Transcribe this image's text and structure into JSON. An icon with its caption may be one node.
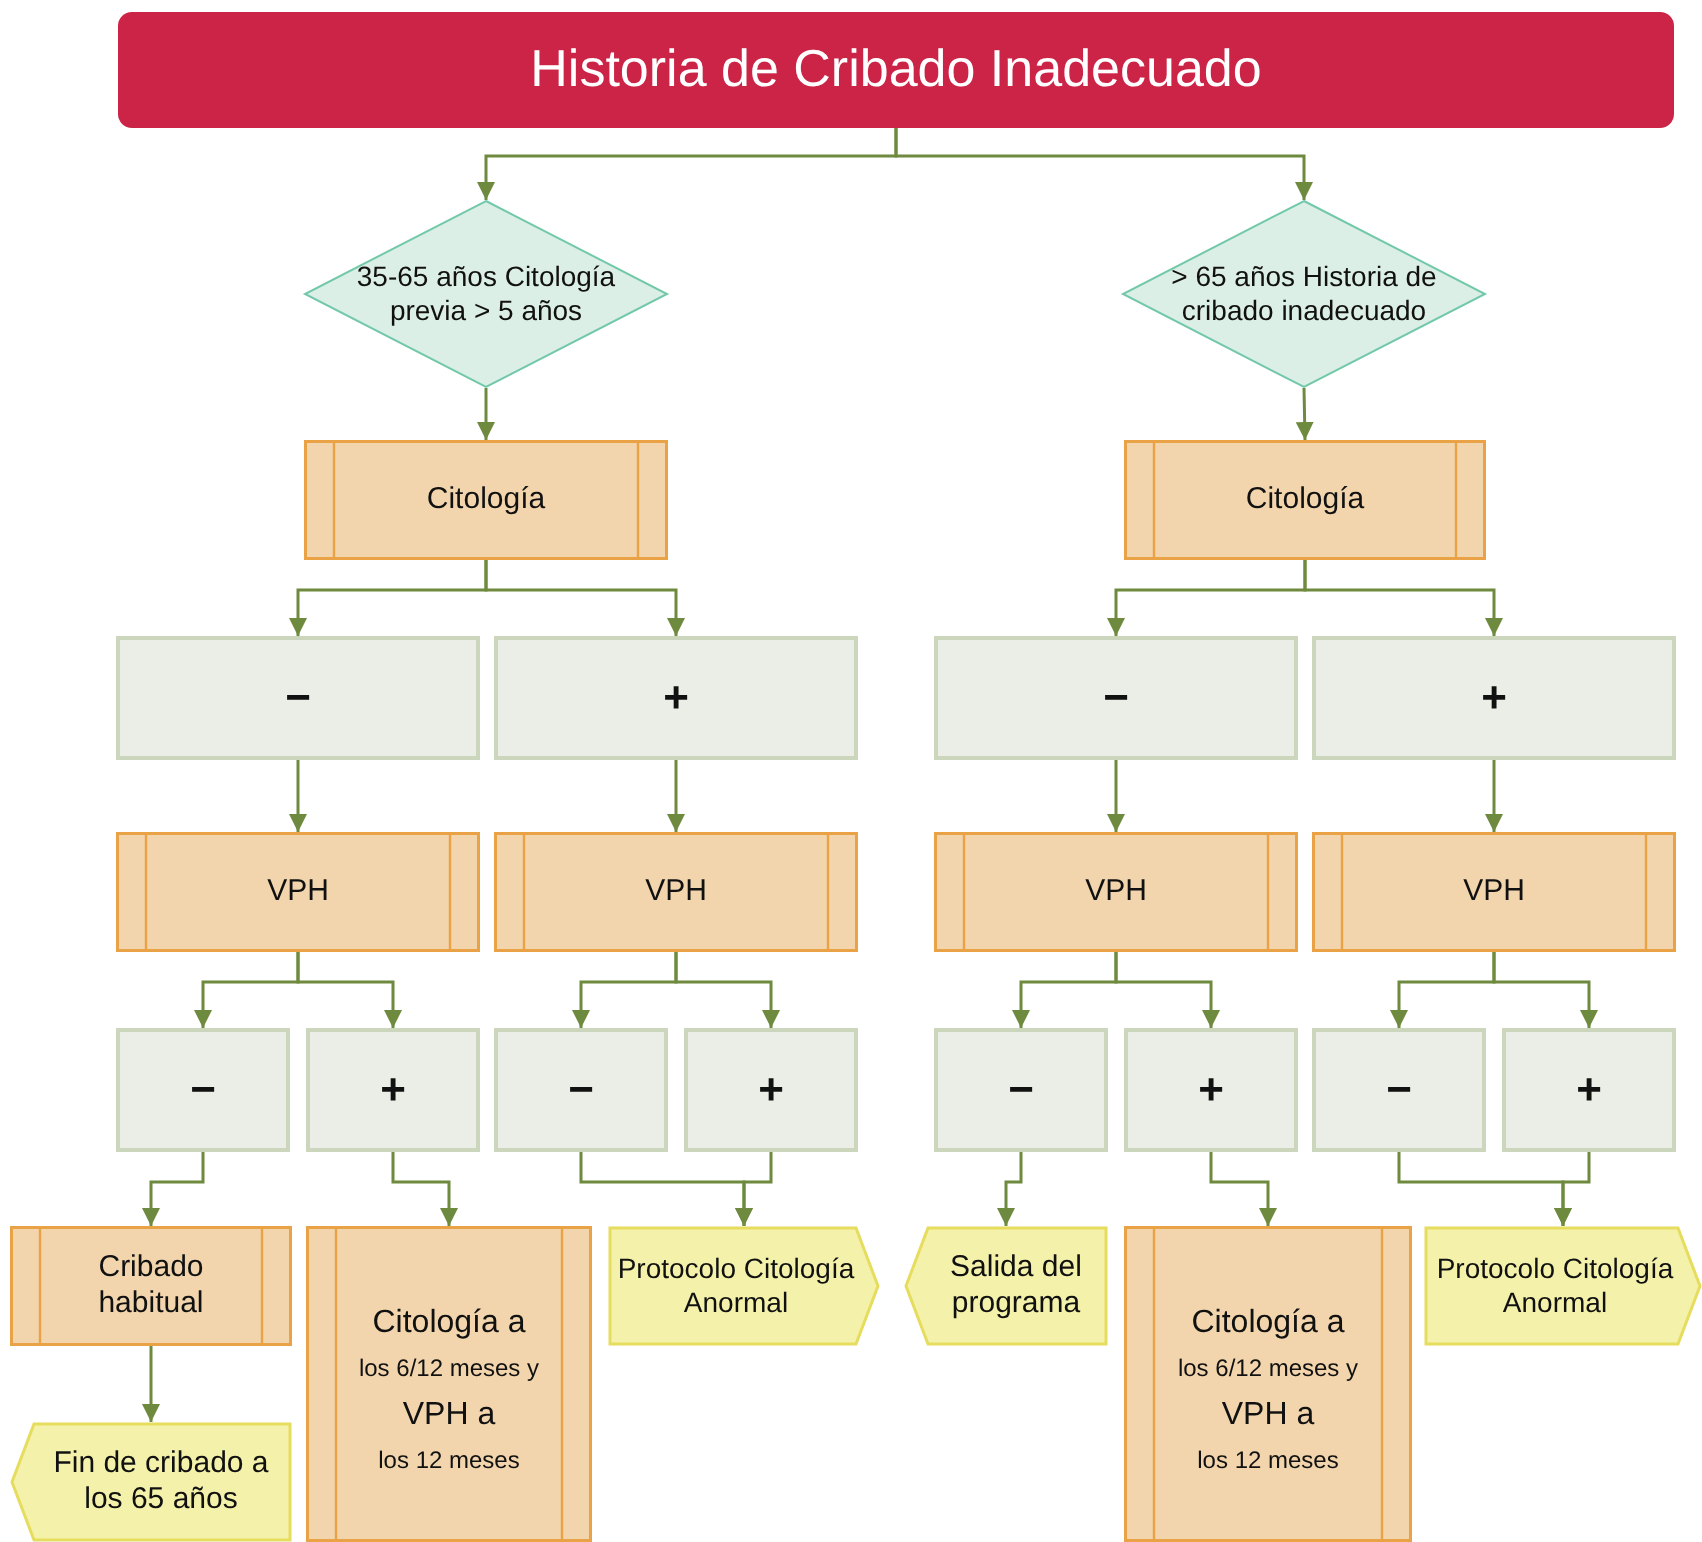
{
  "diagram": {
    "nodes": [
      {
        "text": [
          "Historia de Cribado Inadecuado"
        ]
      },
      {
        "text": [
          "35-65 años Citología previa > 5 años"
        ]
      },
      {
        "text": [
          "> 65 años Historia de cribado inadecuado"
        ]
      },
      {
        "text": [
          "Citología"
        ]
      },
      {
        "text": [
          "Citología"
        ]
      },
      {
        "text": [
          "−"
        ]
      },
      {
        "text": [
          "+"
        ]
      },
      {
        "text": [
          "−"
        ]
      },
      {
        "text": [
          "+"
        ]
      },
      {
        "text": [
          "VPH"
        ]
      },
      {
        "text": [
          "VPH"
        ]
      },
      {
        "text": [
          "VPH"
        ]
      },
      {
        "text": [
          "VPH"
        ]
      },
      {
        "text": [
          "−"
        ]
      },
      {
        "text": [
          "+"
        ]
      },
      {
        "text": [
          "−"
        ]
      },
      {
        "text": [
          "+"
        ]
      },
      {
        "text": [
          "−"
        ]
      },
      {
        "text": [
          "+"
        ]
      },
      {
        "text": [
          "−"
        ]
      },
      {
        "text": [
          "+"
        ]
      },
      {
        "text": [
          "Cribado habitual"
        ]
      },
      {
        "text": [
          "Citología a",
          "los 6/12 meses y",
          "VPH a",
          "los 12 meses"
        ]
      },
      {
        "text": [
          "Protocolo Citología Anormal"
        ]
      },
      {
        "text": [
          "Fin de cribado a los 65 años"
        ]
      },
      {
        "text": [
          "Salida del programa"
        ]
      },
      {
        "text": [
          "Citología a",
          "los 6/12 meses y",
          "VPH a",
          "los 12 meses"
        ]
      },
      {
        "text": [
          "Protocolo Citología Anormal"
        ]
      }
    ],
    "edges": [
      {
        "from": 0,
        "to": 1,
        "arrow": "to"
      },
      {
        "from": 0,
        "to": 2,
        "arrow": "to"
      },
      {
        "from": 1,
        "to": 3,
        "arrow": "to"
      },
      {
        "from": 2,
        "to": 4,
        "arrow": "to"
      },
      {
        "from": 3,
        "to": 5,
        "arrow": "to"
      },
      {
        "from": 3,
        "to": 6,
        "arrow": "to"
      },
      {
        "from": 4,
        "to": 7,
        "arrow": "to"
      },
      {
        "from": 4,
        "to": 8,
        "arrow": "to"
      },
      {
        "from": 5,
        "to": 9,
        "arrow": "to"
      },
      {
        "from": 6,
        "to": 10,
        "arrow": "to"
      },
      {
        "from": 7,
        "to": 11,
        "arrow": "to"
      },
      {
        "from": 8,
        "to": 12,
        "arrow": "to"
      },
      {
        "from": 9,
        "to": 13,
        "arrow": "to"
      },
      {
        "from": 9,
        "to": 14,
        "arrow": "to"
      },
      {
        "from": 10,
        "to": 15,
        "arrow": "to"
      },
      {
        "from": 10,
        "to": 16,
        "arrow": "to"
      },
      {
        "from": 11,
        "to": 17,
        "arrow": "to"
      },
      {
        "from": 11,
        "to": 18,
        "arrow": "to"
      },
      {
        "from": 12,
        "to": 19,
        "arrow": "to"
      },
      {
        "from": 12,
        "to": 20,
        "arrow": "to"
      },
      {
        "from": 13,
        "to": 21,
        "arrow": "to"
      },
      {
        "from": 14,
        "to": 22,
        "arrow": "to"
      },
      {
        "from": 15,
        "to": 23,
        "arrow": "to"
      },
      {
        "from": 16,
        "to": 23,
        "arrow": "to"
      },
      {
        "from": 17,
        "to": 25,
        "arrow": "to"
      },
      {
        "from": 18,
        "to": 26,
        "arrow": "to"
      },
      {
        "from": 19,
        "to": 27,
        "arrow": "to"
      },
      {
        "from": 20,
        "to": 27,
        "arrow": "to"
      },
      {
        "from": 21,
        "to": 24,
        "arrow": "to"
      }
    ]
  }
}
